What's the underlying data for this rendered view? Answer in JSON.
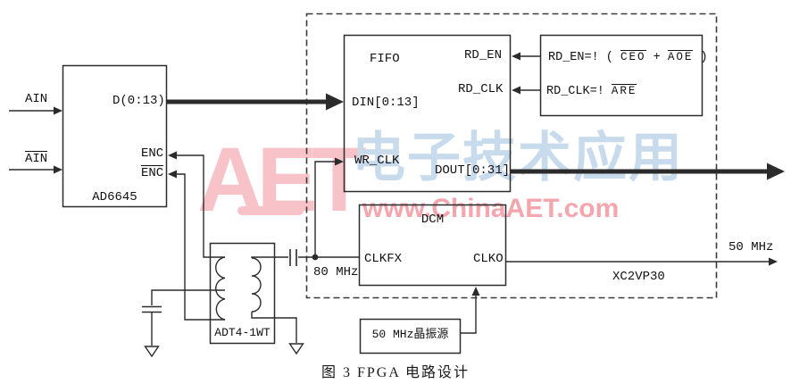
{
  "watermark": {
    "logo": "AET",
    "cn_text": "电子技术应用",
    "url": "www.ChinaAET.com"
  },
  "caption": "图 3  FPGA 电路设计",
  "blocks": {
    "adc": {
      "title": "AD6645",
      "input_ain": "AIN",
      "input_ain_n": "AIN",
      "pin_d": "D(0:13)",
      "pin_enc": "ENC",
      "pin_enc_n": "ENC"
    },
    "fifo": {
      "title": "FIFO",
      "pin_din": "DIN[0:13]",
      "pin_wr_clk": "WR_CLK",
      "pin_rd_en": "RD_EN",
      "pin_rd_clk": "RD_CLK",
      "pin_dout": "DOUT[0:31]"
    },
    "logic_equations": {
      "rd_en_prefix": "RD_EN=! (",
      "term_ceo": "CEO",
      "plus": "+",
      "term_aoe": "AOE",
      "rparen": ")",
      "rd_clk_prefix": "RD_CLK=!",
      "term_are": "ARE"
    },
    "dcm": {
      "title": "DCM",
      "pin_clkfx": "CLKFX",
      "pin_clko": "CLKO"
    },
    "transformer": {
      "title": "ADT4-1WT"
    },
    "oscillator": {
      "title": "50 MHz晶振源"
    }
  },
  "annotations": {
    "freq_80": "80 MHz",
    "freq_50": "50 MHz",
    "fpga_part": "XC2VP30"
  },
  "colors": {
    "line": "#2b2b2b",
    "watermark_pink": "#f8c3c8",
    "watermark_blue": "#c8dbec",
    "watermark_url_pink": "#f4a6ae"
  }
}
